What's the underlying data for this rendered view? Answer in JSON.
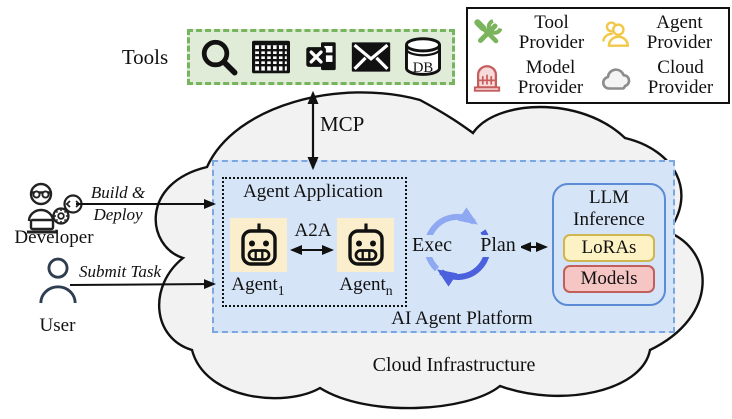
{
  "tools": {
    "label": "Tools",
    "db_label": "DB",
    "icons": [
      "search-icon",
      "calendar-icon",
      "spreadsheet-icon",
      "mail-icon",
      "database-icon"
    ]
  },
  "legend": {
    "items": [
      {
        "icon": "tool-provider-icon",
        "line1": "Tool",
        "line2": "Provider"
      },
      {
        "icon": "agent-provider-icon",
        "line1": "Agent",
        "line2": "Provider"
      },
      {
        "icon": "model-provider-icon",
        "line1": "Model",
        "line2": "Provider"
      },
      {
        "icon": "cloud-provider-icon",
        "line1": "Cloud",
        "line2": "Provider"
      }
    ]
  },
  "labels": {
    "mcp": "MCP",
    "a2a": "A2A",
    "exec": "Exec",
    "plan": "Plan",
    "agent_application": "Agent Application",
    "ai_agent_platform": "AI Agent Platform",
    "cloud_infrastructure": "Cloud Infrastructure"
  },
  "agents": [
    {
      "base": "Agent",
      "sub": "1"
    },
    {
      "base": "Agent",
      "sub": "n"
    }
  ],
  "llm": {
    "line1": "LLM",
    "line2": "Inference",
    "boxes": [
      {
        "label": "LoRAs"
      },
      {
        "label": "Models"
      }
    ]
  },
  "actors": {
    "developer": {
      "name": "Developer",
      "action": [
        "Build &",
        "Deploy"
      ]
    },
    "user": {
      "name": "User",
      "action": [
        "Submit Task"
      ]
    }
  },
  "colors": {
    "tools_box_fill": "#e0ebd8",
    "tools_box_border": "#76b55e",
    "platform_fill": "#d6e4f8",
    "platform_border": "#7ca6e0",
    "llm_box_border": "#5c8bd6",
    "loras_fill": "#fcf2c4",
    "loras_border": "#d0b553",
    "models_fill": "#f5c6c4",
    "models_border": "#c25f5a",
    "agent_tile_fill": "#faeecd",
    "cloud_fill": "#f2f2f2",
    "cycle_light": "#8ea9f2",
    "cycle_dark": "#4a60dd",
    "tool_provider_green": "#7cb45e",
    "agent_provider_yellow": "#f2c84b",
    "model_provider_red": "#c65d5d",
    "cloud_provider_gray": "#8c8c8c"
  }
}
